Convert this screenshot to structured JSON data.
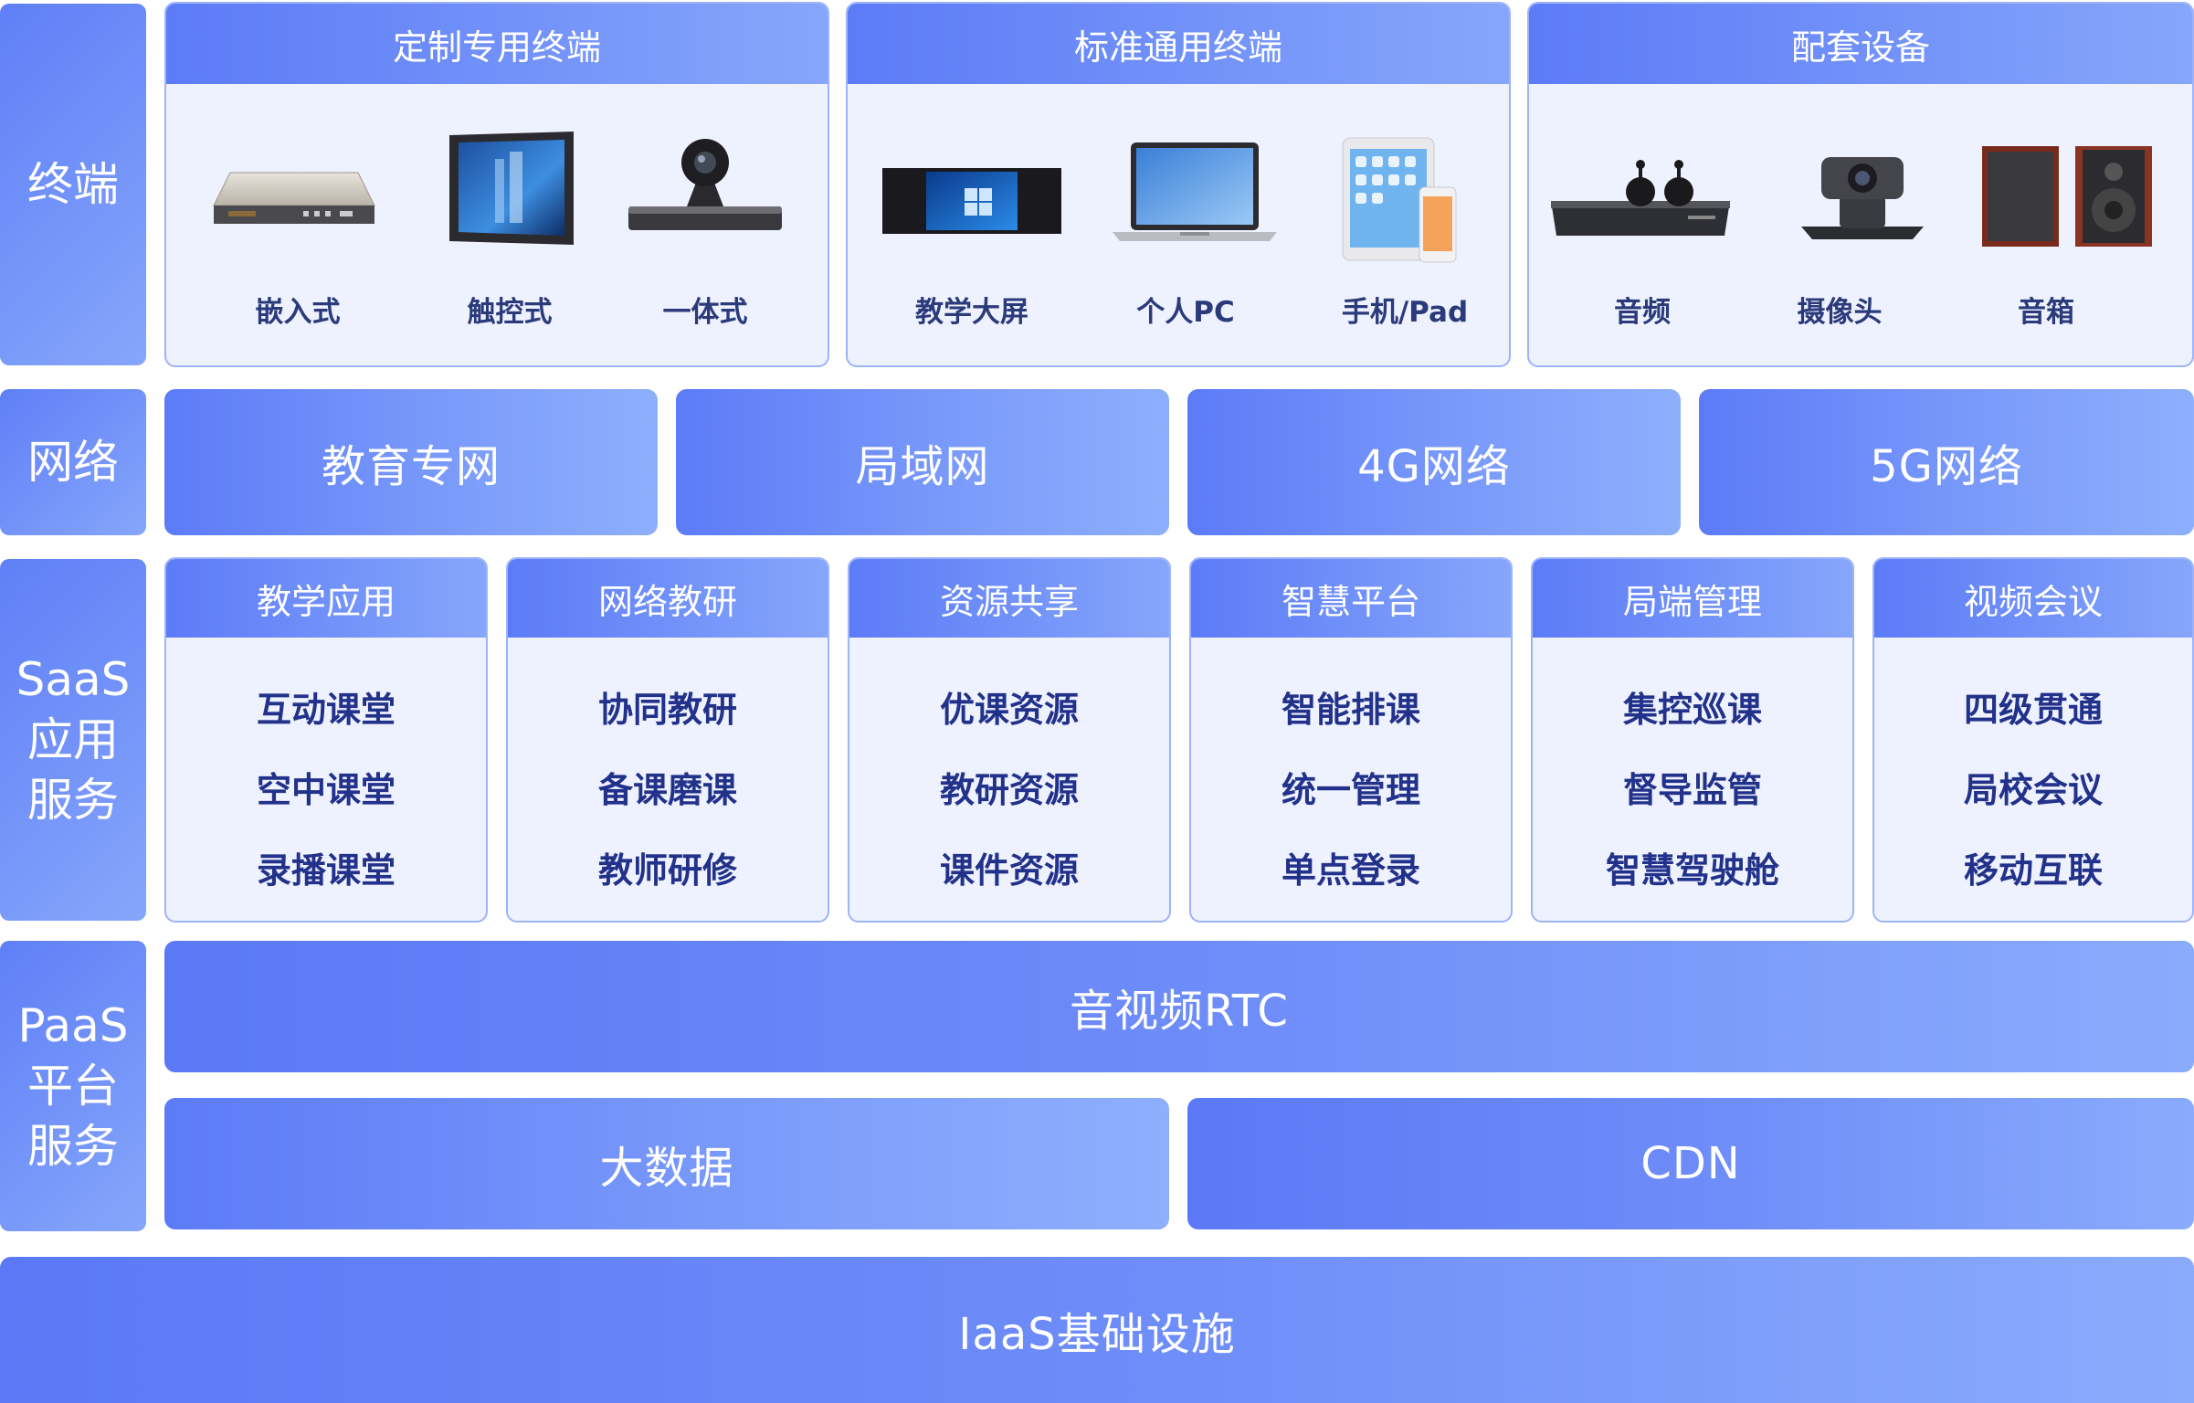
{
  "layers": {
    "terminal": "终端",
    "network": "网络",
    "saas": "SaaS\n应用\n服务",
    "paas": "PaaS\n平台\n服务"
  },
  "terminal_groups": [
    {
      "title": "定制专用终端",
      "items": [
        {
          "label": "嵌入式",
          "icon": "embedded-box-icon"
        },
        {
          "label": "触控式",
          "icon": "touch-panel-icon"
        },
        {
          "label": "一体式",
          "icon": "all-in-one-camera-icon"
        }
      ]
    },
    {
      "title": "标准通用终端",
      "items": [
        {
          "label": "教学大屏",
          "icon": "teaching-screen-icon"
        },
        {
          "label": "个人PC",
          "icon": "laptop-icon"
        },
        {
          "label": "手机/Pad",
          "icon": "phone-tablet-icon"
        }
      ]
    },
    {
      "title": "配套设备",
      "items": [
        {
          "label": "音频",
          "icon": "audio-device-icon"
        },
        {
          "label": "摄像头",
          "icon": "ptz-camera-icon"
        },
        {
          "label": "音箱",
          "icon": "speaker-icon"
        }
      ]
    }
  ],
  "network": [
    "教育专网",
    "局域网",
    "4G网络",
    "5G网络"
  ],
  "saas_groups": [
    {
      "title": "教学应用",
      "items": [
        "互动课堂",
        "空中课堂",
        "录播课堂"
      ]
    },
    {
      "title": "网络教研",
      "items": [
        "协同教研",
        "备课磨课",
        "教师研修"
      ]
    },
    {
      "title": "资源共享",
      "items": [
        "优课资源",
        "教研资源",
        "课件资源"
      ]
    },
    {
      "title": "智慧平台",
      "items": [
        "智能排课",
        "统一管理",
        "单点登录"
      ]
    },
    {
      "title": "局端管理",
      "items": [
        "集控巡课",
        "督导监管",
        "智慧驾驶舱"
      ]
    },
    {
      "title": "视频会议",
      "items": [
        "四级贯通",
        "局校会议",
        "移动互联"
      ]
    }
  ],
  "paas": {
    "rtc": "音视频RTC",
    "bigdata": "大数据",
    "cdn": "CDN"
  },
  "iaas": "IaaS基础设施",
  "colors": {
    "primary": "#5c7bf7",
    "light": "#8eaffc",
    "card_bg": "#eef2fe",
    "text_dark": "#22318a"
  }
}
